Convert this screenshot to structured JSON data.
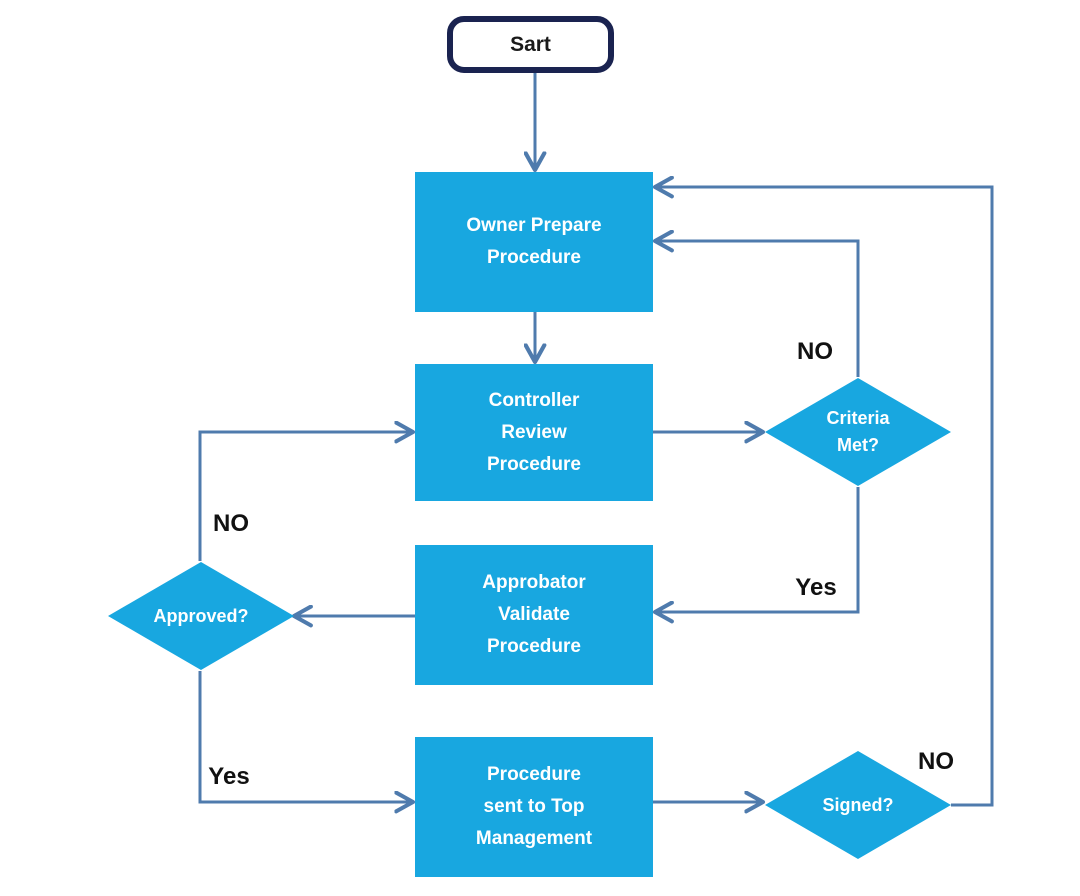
{
  "diagram": {
    "type": "flowchart",
    "colors": {
      "process_fill": "#18a7e0",
      "process_text": "#ffffff",
      "connector": "#4f7bad",
      "start_border": "#1a2350",
      "start_text": "#1a1a1a",
      "edge_label_text": "#111111",
      "background": "#ffffff"
    },
    "nodes": {
      "start": {
        "shape": "terminator",
        "label": "Sart"
      },
      "owner_prepare": {
        "shape": "process",
        "lines": [
          "Owner Prepare",
          "Procedure"
        ]
      },
      "controller_review": {
        "shape": "process",
        "lines": [
          "Controller",
          "Review",
          "Procedure"
        ]
      },
      "criteria_met": {
        "shape": "decision",
        "lines": [
          "Criteria",
          "Met?"
        ]
      },
      "approbator_validate": {
        "shape": "process",
        "lines": [
          "Approbator",
          "Validate",
          "Procedure"
        ]
      },
      "approved": {
        "shape": "decision",
        "lines": [
          "Approved?"
        ]
      },
      "procedure_top_management": {
        "shape": "process",
        "lines": [
          "Procedure",
          "sent to Top",
          "Management"
        ]
      },
      "signed": {
        "shape": "decision",
        "lines": [
          "Signed?"
        ]
      }
    },
    "edge_labels": {
      "criteria_no": "NO",
      "criteria_yes": "Yes",
      "approved_no": "NO",
      "approved_yes": "Yes",
      "signed_no": "NO"
    }
  }
}
